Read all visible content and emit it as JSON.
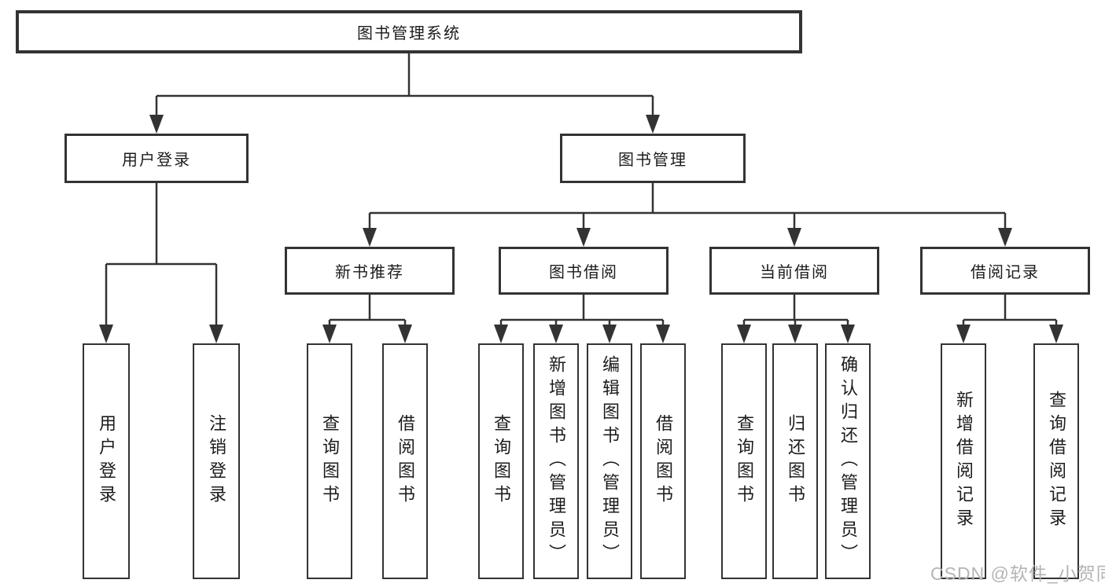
{
  "watermark": "CSDN @软件_小贺同学",
  "colors": {
    "line": "#333333",
    "box_border": "#333333",
    "text": "#1c1c1c",
    "background": "#ffffff",
    "watermark": "#b4b4b4"
  },
  "tree": {
    "label": "图书管理系统",
    "children": [
      {
        "label": "用户登录",
        "children": [
          {
            "label": "用户登录"
          },
          {
            "label": "注销登录"
          }
        ]
      },
      {
        "label": "图书管理",
        "children": [
          {
            "label": "新书推荐",
            "children": [
              {
                "label": "查询图书"
              },
              {
                "label": "借阅图书"
              }
            ]
          },
          {
            "label": "图书借阅",
            "children": [
              {
                "label": "查询图书"
              },
              {
                "label": "新增图书（管理员）"
              },
              {
                "label": "编辑图书（管理员）"
              },
              {
                "label": "借阅图书"
              }
            ]
          },
          {
            "label": "当前借阅",
            "children": [
              {
                "label": "查询图书"
              },
              {
                "label": "归还图书"
              },
              {
                "label": "确认归还（管理员）"
              }
            ]
          },
          {
            "label": "借阅记录",
            "children": [
              {
                "label": "新增借阅记录"
              },
              {
                "label": "查询借阅记录"
              }
            ]
          }
        ]
      }
    ]
  }
}
